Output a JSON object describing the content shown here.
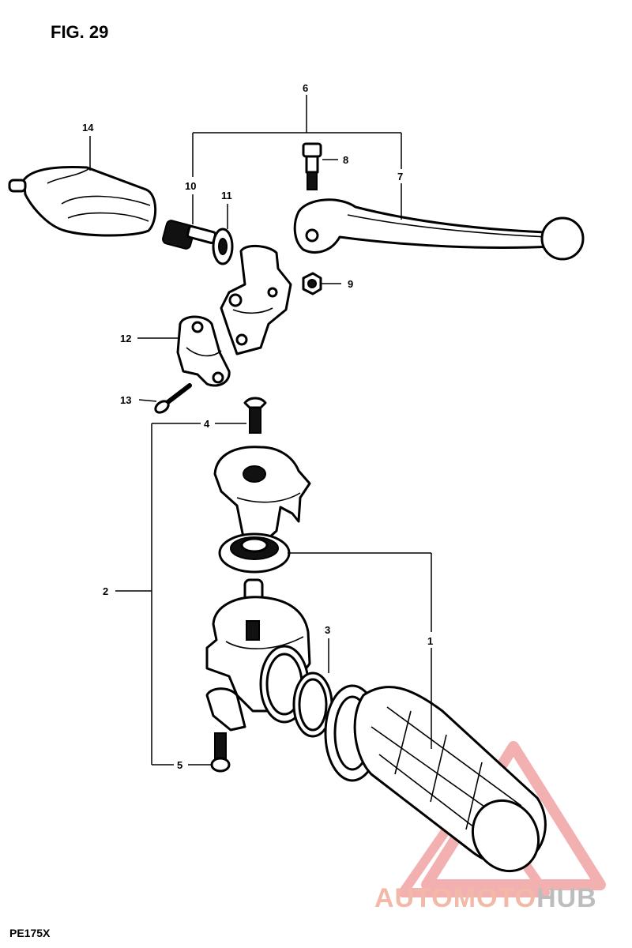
{
  "figure": {
    "title": "FIG. 29",
    "model_code": "PE175X"
  },
  "callouts": {
    "c1": "1",
    "c2": "2",
    "c3": "3",
    "c4": "4",
    "c5": "5",
    "c6": "6",
    "c7": "7",
    "c8": "8",
    "c9": "9",
    "c10": "10",
    "c11": "11",
    "c12": "12",
    "c13": "13",
    "c14": "14"
  },
  "watermark": {
    "part_a": "AUTOMOTO",
    "part_b": "HUB",
    "color_a": "#f2b8a8",
    "color_b": "#bdbdbd",
    "logo_color": "#f2a3a3"
  }
}
